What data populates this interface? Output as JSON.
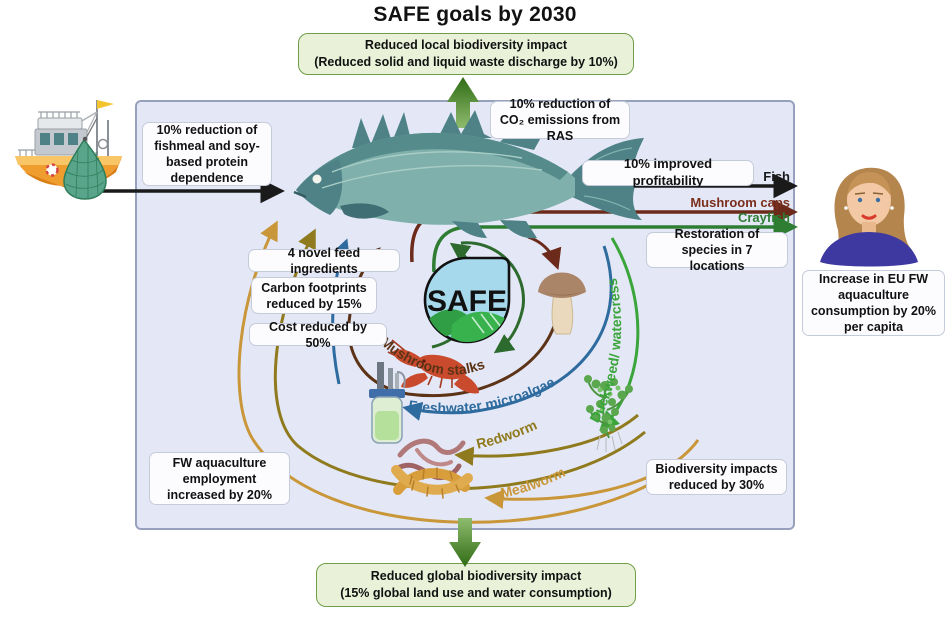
{
  "title": "SAFE goals by 2030",
  "logo": "SAFE",
  "top_goal": {
    "line1": "Reduced local biodiversity impact",
    "line2": "(Reduced solid and liquid waste discharge by 10%)"
  },
  "bottom_goal": {
    "line1": "Reduced global biodiversity impact",
    "line2": "(15% global land use and water consumption)"
  },
  "boxes": {
    "fishmeal": "10% reduction of fishmeal and soy-based protein dependence",
    "co2": "10% reduction of CO₂ emissions from RAS",
    "profitability": "10% improved profitability",
    "restoration": "Restoration of species in 7 locations",
    "novel_feed": "4 novel feed ingredients",
    "carbon": "Carbon footprints reduced by 15%",
    "cost": "Cost reduced by 50%",
    "employment": "FW aquaculture employment increased by 20%",
    "biodiversity": "Biodiversity impacts reduced by 30%",
    "consumption": "Increase in EU FW aquaculture consumption by 20% per capita"
  },
  "flows": {
    "fish": "Fish",
    "mushroom_caps": "Mushroom caps",
    "crayfish": "Crayfish"
  },
  "cycle_labels": {
    "mushroom_stalks": "Mushroom stalks",
    "microalgae": "Freshwater microalgae",
    "duckweed": "Duckweed/ watercress",
    "redworm": "Redworm",
    "mealworm": "Mealworm"
  },
  "colors": {
    "panel_bg": "#e4e8f6",
    "goal_green_bg": "#e9f2d9",
    "goal_green_border": "#6f9d49",
    "arrow_green": "#3d7c1e",
    "flow_fish": "#1a1a1a",
    "flow_mushroom_caps": "#6b2a1a",
    "flow_crayfish": "#2e7d32",
    "cycle_mushroom_stalks": "#5c3317",
    "cycle_microalgae": "#2e6b9e",
    "cycle_duckweed": "#3aa53a",
    "cycle_redworm": "#8f7a1e",
    "cycle_mealworm": "#c9973a"
  }
}
